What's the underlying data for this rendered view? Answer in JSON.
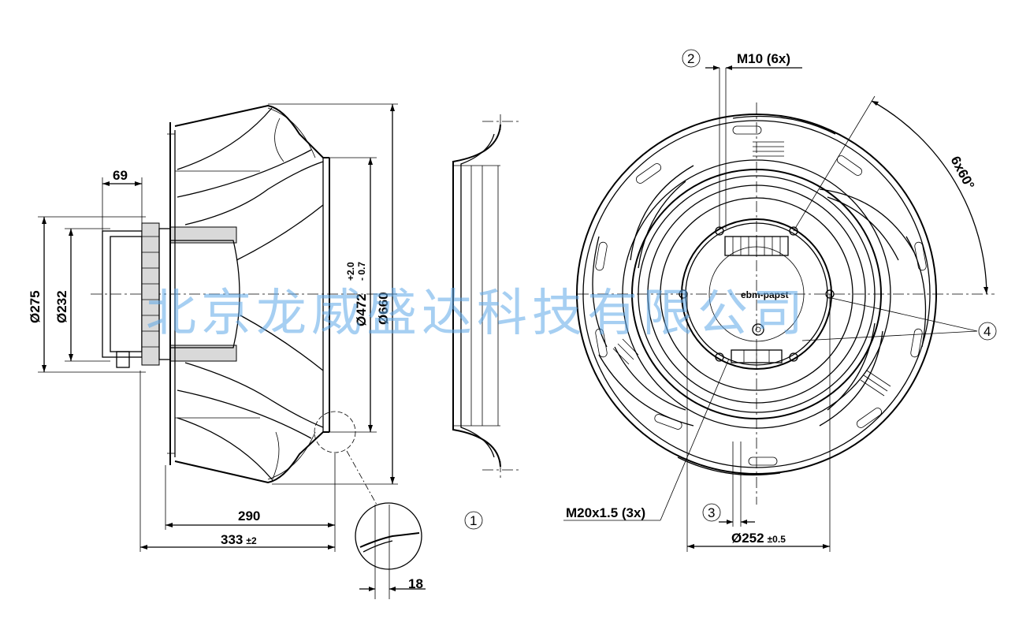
{
  "dimensions": {
    "hub_width": "69",
    "dia_275": "Ø275",
    "dia_232": "Ø232",
    "dia_472_base": "Ø472",
    "dia_472_tol_upper": "+2.0",
    "dia_472_tol_lower": "- 0.7",
    "dia_660": "Ø660",
    "length_290": "290",
    "length_333": "333",
    "length_333_tol": "±2",
    "detail_18": "18",
    "thread_m10": "M10 (6x)",
    "angle": "6x60°",
    "thread_m20": "M20x1.5 (3x)",
    "dia_252": "Ø252",
    "dia_252_tol": "±0.5"
  },
  "callouts": {
    "c1": "1",
    "c2": "2",
    "c3": "3",
    "c4": "4"
  },
  "labels": {
    "brand": "ebm-papst"
  },
  "watermark": "北京龙威盛达科技有限公司"
}
